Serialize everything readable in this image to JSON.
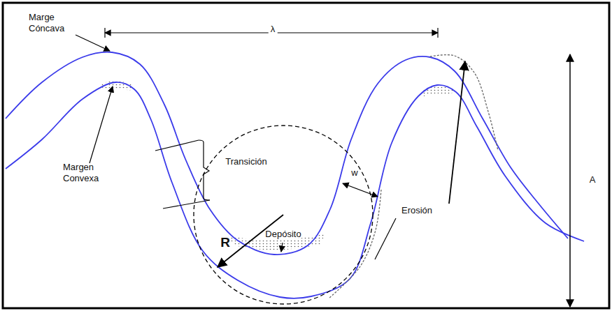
{
  "diagram": {
    "labels": [
      "Marge Cóncava",
      "λ",
      "Margen Convexa",
      "Transición",
      "w",
      "A",
      "Depósito",
      "Erosión",
      "R"
    ]
  }
}
